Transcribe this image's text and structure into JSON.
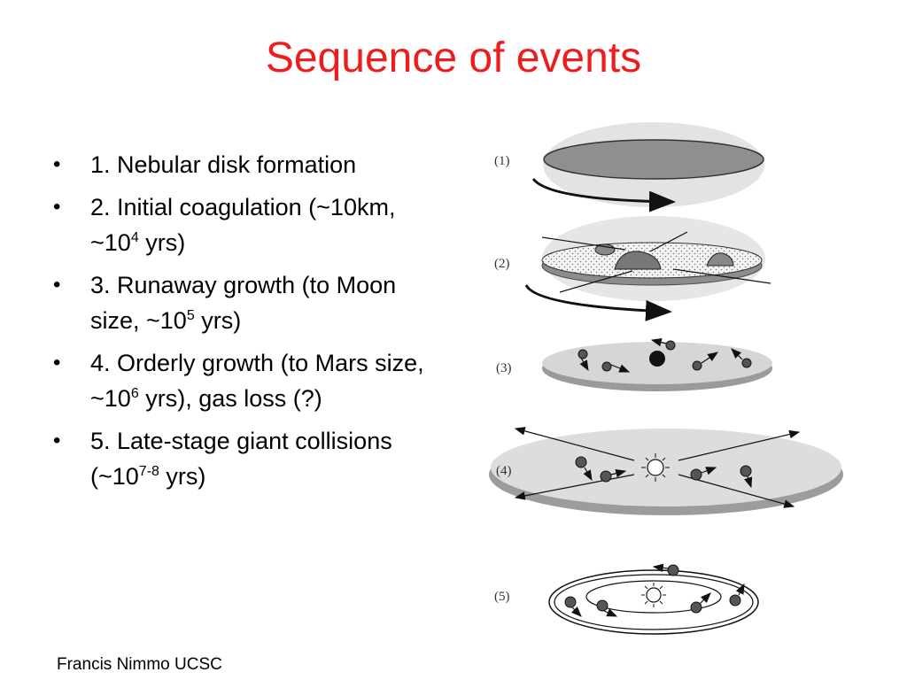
{
  "slide": {
    "title": "Sequence of events",
    "footer": "Francis Nimmo UCSC"
  },
  "bullets": [
    {
      "pre": "1. Nebular disk formation",
      "sup": "",
      "post": ""
    },
    {
      "pre": "2. Initial coagulation (~10km, ~10",
      "sup": "4",
      "post": " yrs)"
    },
    {
      "pre": "3. Runaway growth (to Moon size, ~10",
      "sup": "5",
      "post": " yrs)"
    },
    {
      "pre": "4. Orderly growth (to Mars size, ~10",
      "sup": "6",
      "post": " yrs), gas loss (?)"
    },
    {
      "pre": "5. Late-stage giant collisions (~10",
      "sup": "7-8",
      "post": " yrs)"
    }
  ],
  "diagram": {
    "stage_labels": [
      "(1)",
      "(2)",
      "(3)",
      "(4)",
      "(5)"
    ]
  },
  "colors": {
    "title": "#ee1d1d",
    "disk_light": "#d9d9d9",
    "disk_dark": "#8c8c8c",
    "body_dark": "#555555"
  }
}
